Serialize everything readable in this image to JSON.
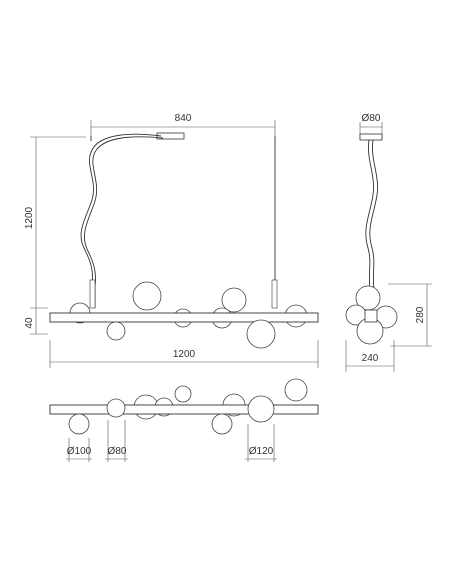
{
  "front_view": {
    "width_label": "840",
    "height_label": "1200",
    "body_height_label": "40",
    "length_label": "1200"
  },
  "side_view": {
    "canopy_label": "Ø80",
    "height_label": "280",
    "width_label": "240"
  },
  "top_view": {
    "small_label": "Ø100",
    "mid_label": "Ø80",
    "large_label": "Ø120"
  }
}
